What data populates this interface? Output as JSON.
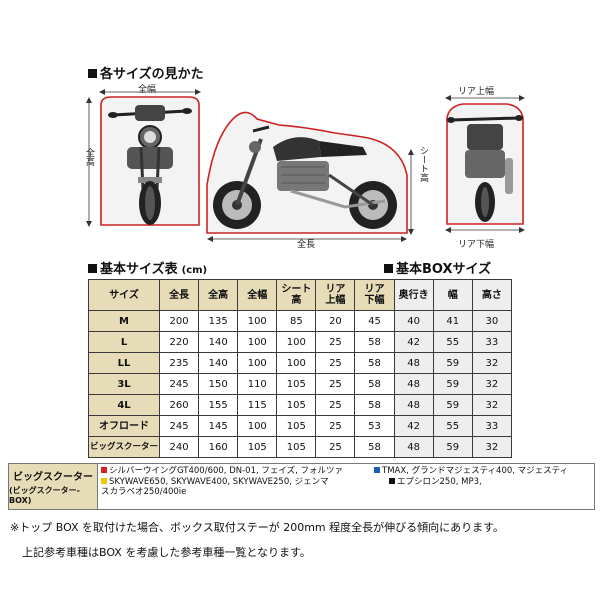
{
  "section_views": {
    "title": "各サイズの見かた"
  },
  "dimension_labels": {
    "width_total": "全幅",
    "height_total": "全高",
    "length_total": "全長",
    "seat_height": "シート高",
    "rear_top_width": "リア上幅",
    "rear_bottom_width": "リア下幅"
  },
  "section_sizes": {
    "title": "基本サイズ表",
    "unit": "(cm)"
  },
  "section_box": {
    "title": "基本BOXサイズ"
  },
  "size_table": {
    "headers": [
      "サイズ",
      "全長",
      "全高",
      "全幅",
      "シート\n高",
      "リア\n上幅",
      "リア\n下幅",
      "奥行き",
      "幅",
      "高さ"
    ],
    "rows": [
      [
        "M",
        "200",
        "135",
        "100",
        "85",
        "20",
        "45",
        "40",
        "41",
        "30"
      ],
      [
        "L",
        "220",
        "140",
        "100",
        "100",
        "25",
        "58",
        "42",
        "55",
        "33"
      ],
      [
        "LL",
        "235",
        "140",
        "100",
        "100",
        "25",
        "58",
        "48",
        "59",
        "32"
      ],
      [
        "3L",
        "245",
        "150",
        "110",
        "105",
        "25",
        "58",
        "48",
        "59",
        "32"
      ],
      [
        "4L",
        "260",
        "155",
        "115",
        "105",
        "25",
        "58",
        "48",
        "59",
        "32"
      ],
      [
        "オフロード",
        "245",
        "145",
        "100",
        "105",
        "25",
        "53",
        "42",
        "55",
        "33"
      ],
      [
        "ビッグスクーター",
        "240",
        "160",
        "105",
        "105",
        "25",
        "58",
        "48",
        "59",
        "32"
      ]
    ]
  },
  "model_table": {
    "label_line1": "ビッグスクーター",
    "label_line2": "(ビッグスクーター-BOX)",
    "entries": [
      {
        "color": "#d42020",
        "text": "シルバーウイングGT400/600, DN-01, フェイズ, フォルツァ"
      },
      {
        "color": "#1a5fb4",
        "text": "TMAX, グランドマジェスティ400, マジェスティ"
      },
      {
        "color": "#f2c500",
        "text": "SKYWAVE650, SKYWAVE400, SKYWAVE250, ジェンマ"
      },
      {
        "color": "#111111",
        "text": "エプシロン250, MP3,"
      },
      {
        "color": "",
        "text": "スカラベオ250/400ie"
      }
    ]
  },
  "notes": {
    "line1": "※トップ BOX を取付けた場合、ボックス取付ステーが 200mm 程度全長が伸びる傾向にあります。",
    "line2": "上記参考車種はBOX を考慮した参考車種一覧となります。"
  },
  "colors": {
    "outline_red": "#cc2222",
    "tan": "#e6dcb8"
  }
}
